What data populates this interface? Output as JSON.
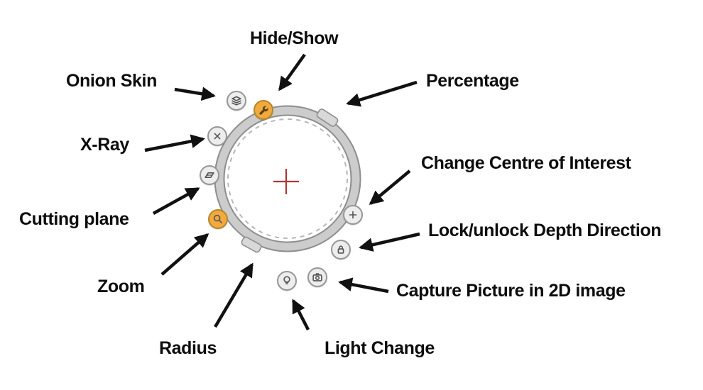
{
  "widget": {
    "name": "navigation-ring-diagram",
    "buttons": [
      {
        "id": "onion-skin",
        "label": "Onion Skin",
        "highlighted": false
      },
      {
        "id": "hide-show",
        "label": "Hide/Show",
        "highlighted": true
      },
      {
        "id": "x-ray",
        "label": "X-Ray",
        "highlighted": false
      },
      {
        "id": "cutting-plane",
        "label": "Cutting plane",
        "highlighted": false
      },
      {
        "id": "zoom",
        "label": "Zoom",
        "highlighted": true
      },
      {
        "id": "radius",
        "label": "Radius",
        "type": "ring-handle"
      },
      {
        "id": "light-change",
        "label": "Light Change",
        "highlighted": false
      },
      {
        "id": "capture-2d",
        "label": "Capture Picture in 2D image",
        "highlighted": false
      },
      {
        "id": "lock-depth",
        "label": "Lock/unlock Depth Direction",
        "highlighted": false
      },
      {
        "id": "change-centre",
        "label": "Change Centre of Interest",
        "highlighted": false
      },
      {
        "id": "percentage",
        "label": "Percentage",
        "type": "ring-handle"
      }
    ],
    "colors": {
      "highlight": "#F2A93D",
      "button_fill": "#EDEDED",
      "button_border": "#979797",
      "ring": "#CCCCCC",
      "ring_edge": "#8E8E8E",
      "crosshair": "#B03434",
      "arrow": "#111111",
      "label_text": "#0D0D0D"
    }
  }
}
